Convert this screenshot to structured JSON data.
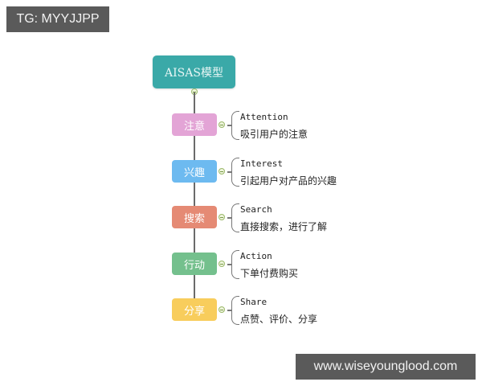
{
  "watermarks": {
    "top_left": "TG: MYYJJPP",
    "bottom_right": "www.wiseyounglood.com"
  },
  "root": {
    "label": "AISAS模型",
    "color": "#3aa9a8"
  },
  "nodes": [
    {
      "label": "注意",
      "en": "Attention",
      "zh": "吸引用户的注意",
      "color": "#e3a4d6"
    },
    {
      "label": "兴趣",
      "en": "Interest",
      "zh": "引起用户对产品的兴趣",
      "color": "#6dbaf0"
    },
    {
      "label": "搜索",
      "en": "Search",
      "zh": "直接搜索，进行了解",
      "color": "#e58a74"
    },
    {
      "label": "行动",
      "en": "Action",
      "zh": "下单付费购买",
      "color": "#74c08d"
    },
    {
      "label": "分享",
      "en": "Share",
      "zh": "点赞、评价、分享",
      "color": "#f8cd5c"
    }
  ]
}
